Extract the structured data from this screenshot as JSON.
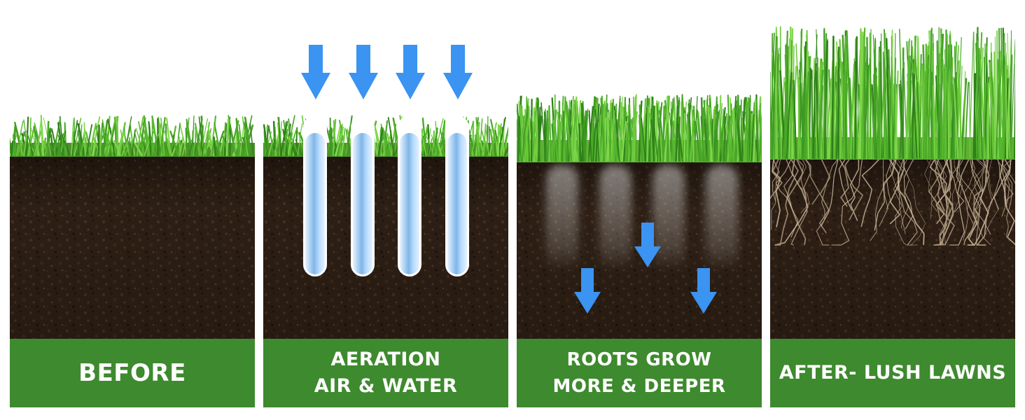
{
  "panels": [
    {
      "lines": [
        "BEFORE"
      ]
    },
    {
      "lines": [
        "AERATION",
        "AIR & WATER"
      ]
    },
    {
      "lines": [
        "ROOTS GROW",
        "MORE & DEEPER"
      ]
    },
    {
      "lines": [
        "AFTER- LUSH LAWNS"
      ]
    }
  ],
  "colors": {
    "label_background": "#3e8a2e",
    "arrow_blue": "#3b93f2",
    "soil_dark": "#2b1d14",
    "grass_green": "#4fb52c"
  },
  "icons": [
    "arrow-down-icon",
    "aeration-core-icon",
    "root-system-icon"
  ]
}
